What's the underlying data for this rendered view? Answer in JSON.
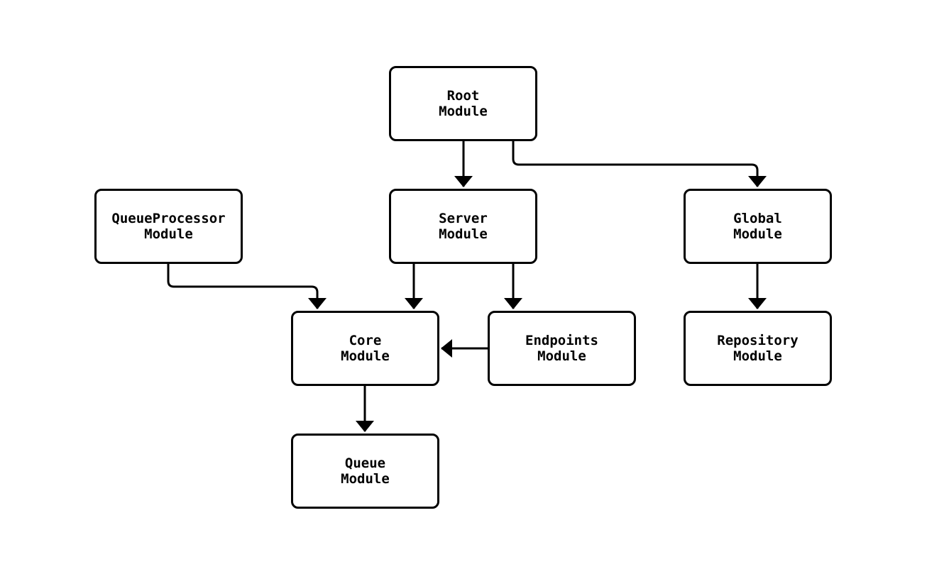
{
  "diagram": {
    "type": "module-dependency-graph",
    "colors": {
      "bg": "#ffffff",
      "node-fill": "#ffffff",
      "stroke": "#000000",
      "text": "#000000"
    },
    "nodes": [
      {
        "id": "root",
        "label": "Root\nModule"
      },
      {
        "id": "queueprocessor",
        "label": "QueueProcessor\nModule"
      },
      {
        "id": "server",
        "label": "Server\nModule"
      },
      {
        "id": "global",
        "label": "Global\nModule"
      },
      {
        "id": "core",
        "label": "Core\nModule"
      },
      {
        "id": "endpoints",
        "label": "Endpoints\nModule"
      },
      {
        "id": "repository",
        "label": "Repository\nModule"
      },
      {
        "id": "queue",
        "label": "Queue\nModule"
      }
    ],
    "edges": [
      {
        "from": "root",
        "to": "server"
      },
      {
        "from": "root",
        "to": "global"
      },
      {
        "from": "queueprocessor",
        "to": "core"
      },
      {
        "from": "server",
        "to": "core"
      },
      {
        "from": "server",
        "to": "endpoints"
      },
      {
        "from": "endpoints",
        "to": "core"
      },
      {
        "from": "global",
        "to": "repository"
      },
      {
        "from": "core",
        "to": "queue"
      }
    ]
  }
}
